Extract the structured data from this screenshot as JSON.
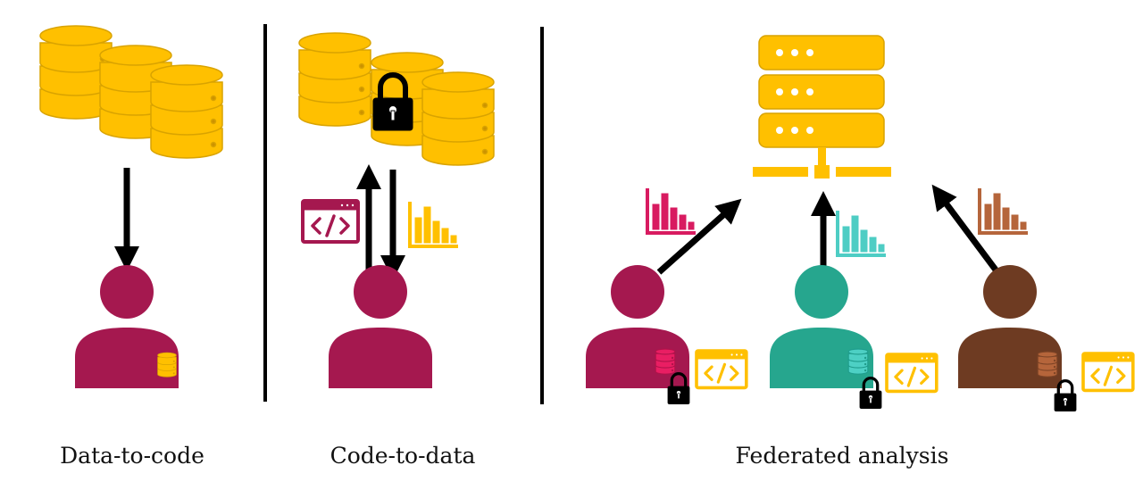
{
  "panels": {
    "data_to_code": {
      "label": "Data-to-code"
    },
    "code_to_data": {
      "label": "Code-to-data"
    },
    "federated": {
      "label": "Federated analysis"
    }
  },
  "colors": {
    "database": "#FFC000",
    "database_edge": "#D9A300",
    "lock": "#000000",
    "arrow": "#000000",
    "divider": "#000000",
    "user_magenta": "#A5184F",
    "user_teal": "#26A68E",
    "user_brown": "#6E3B22",
    "chart_pink": "#D81B60",
    "chart_teal": "#4ECDC4",
    "chart_brown": "#B5653B",
    "chart_gold": "#FFC000",
    "code_window_magenta": "#A5184F",
    "code_window_gold": "#FFC000",
    "db_pink": "#E91E63",
    "db_teal": "#4DD0C4",
    "db_brown": "#B5653B"
  },
  "icons": [
    "database-icon",
    "lock-icon",
    "user-icon",
    "server-icon",
    "bar-chart-icon",
    "code-window-icon",
    "arrow-icon"
  ]
}
